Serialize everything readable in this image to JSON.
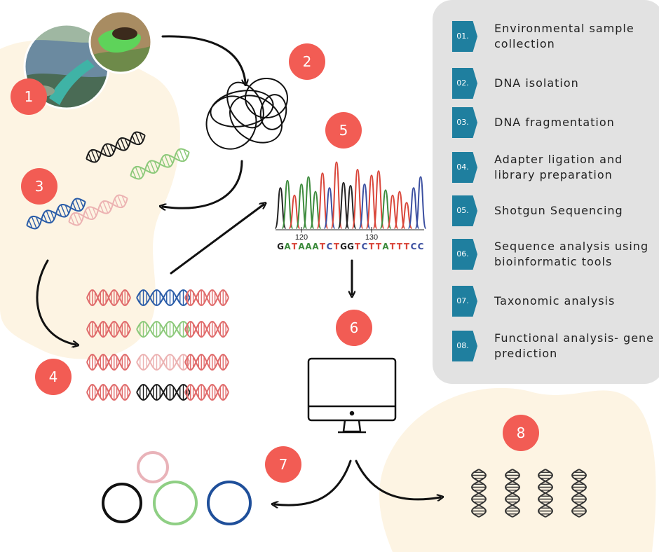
{
  "badges": [
    "1",
    "2",
    "3",
    "4",
    "5",
    "6",
    "7",
    "8"
  ],
  "chromatogram": {
    "tick_labels": [
      "120",
      "130"
    ],
    "sequence": [
      {
        "b": "G"
      },
      {
        "b": "A"
      },
      {
        "b": "T"
      },
      {
        "b": "A"
      },
      {
        "b": "A"
      },
      {
        "b": "A"
      },
      {
        "b": "T"
      },
      {
        "b": "C"
      },
      {
        "b": "T"
      },
      {
        "b": "G"
      },
      {
        "b": "G"
      },
      {
        "b": "T"
      },
      {
        "b": "C"
      },
      {
        "b": "T"
      },
      {
        "b": "T"
      },
      {
        "b": "A"
      },
      {
        "b": "T"
      },
      {
        "b": "T"
      },
      {
        "b": "T"
      },
      {
        "b": "C"
      },
      {
        "b": "C"
      }
    ],
    "base_colors": {
      "A": "#3d8b3d",
      "T": "#d9463a",
      "G": "#222222",
      "C": "#3b4fa0"
    }
  },
  "legend": [
    {
      "tag": "01.",
      "label": "Environmental sample collection"
    },
    {
      "tag": "02.",
      "label": "DNA isolation"
    },
    {
      "tag": "03.",
      "label": "DNA fragmentation"
    },
    {
      "tag": "04.",
      "label": "Adapter ligation and library preparation"
    },
    {
      "tag": "05.",
      "label": "Shotgun Sequencing"
    },
    {
      "tag": "06.",
      "label": "Sequence analysis using bioinformatic tools"
    },
    {
      "tag": "07.",
      "label": "Taxonomic analysis"
    },
    {
      "tag": "08.",
      "label": "Functional analysis- gene prediction"
    }
  ],
  "colors": {
    "badge": "#f25c54",
    "legend_tag": "#1f7f9f",
    "legend_panel": "#e2e2e2",
    "blob": "#fdf4e3",
    "dna_blue": "#2a5ca8",
    "dna_black": "#1a1a1a",
    "dna_green": "#8cc97a",
    "dna_pink": "#ecb2b2",
    "dna_red": "#e06b6b",
    "ring_pink": "#e9b3b9",
    "ring_green": "#8fcf84",
    "ring_blue": "#1f4f9a",
    "ring_black": "#111111"
  }
}
